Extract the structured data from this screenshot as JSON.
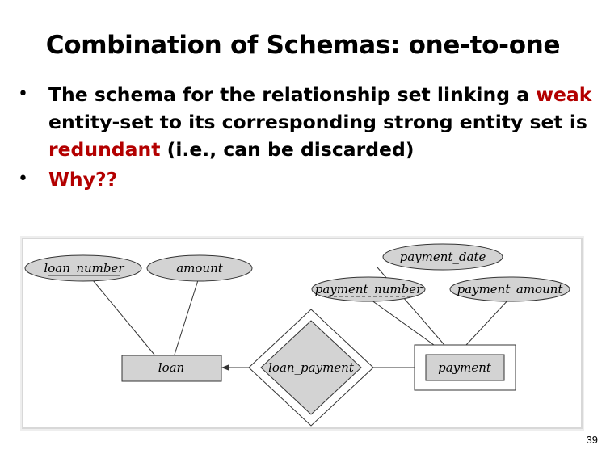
{
  "slide": {
    "title": "Combination of Schemas: one-to-one",
    "bullets": [
      {
        "marker": "•",
        "parts": [
          {
            "text": "The schema for the relationship set linking a ",
            "highlight": false
          },
          {
            "text": "weak",
            "highlight": true
          },
          {
            "text": " entity-set to its corresponding strong entity set is ",
            "highlight": false
          },
          {
            "text": "redundant",
            "highlight": true
          },
          {
            "text": " (i.e., can be discarded)",
            "highlight": false
          }
        ]
      },
      {
        "marker": "•",
        "parts": [
          {
            "text": "Why??",
            "highlight": true
          }
        ]
      }
    ],
    "page_number": "39",
    "highlight_color": "#b30000"
  },
  "diagram": {
    "entities": {
      "loan": "loan",
      "payment": "payment"
    },
    "relationship": "loan_payment",
    "attributes": {
      "loan_number": "loan_number",
      "amount": "amount",
      "payment_date": "payment_date",
      "payment_number": "payment_number",
      "payment_amount": "payment_amount"
    },
    "colors": {
      "fill": "#d3d3d3",
      "stroke": "#333333"
    }
  }
}
